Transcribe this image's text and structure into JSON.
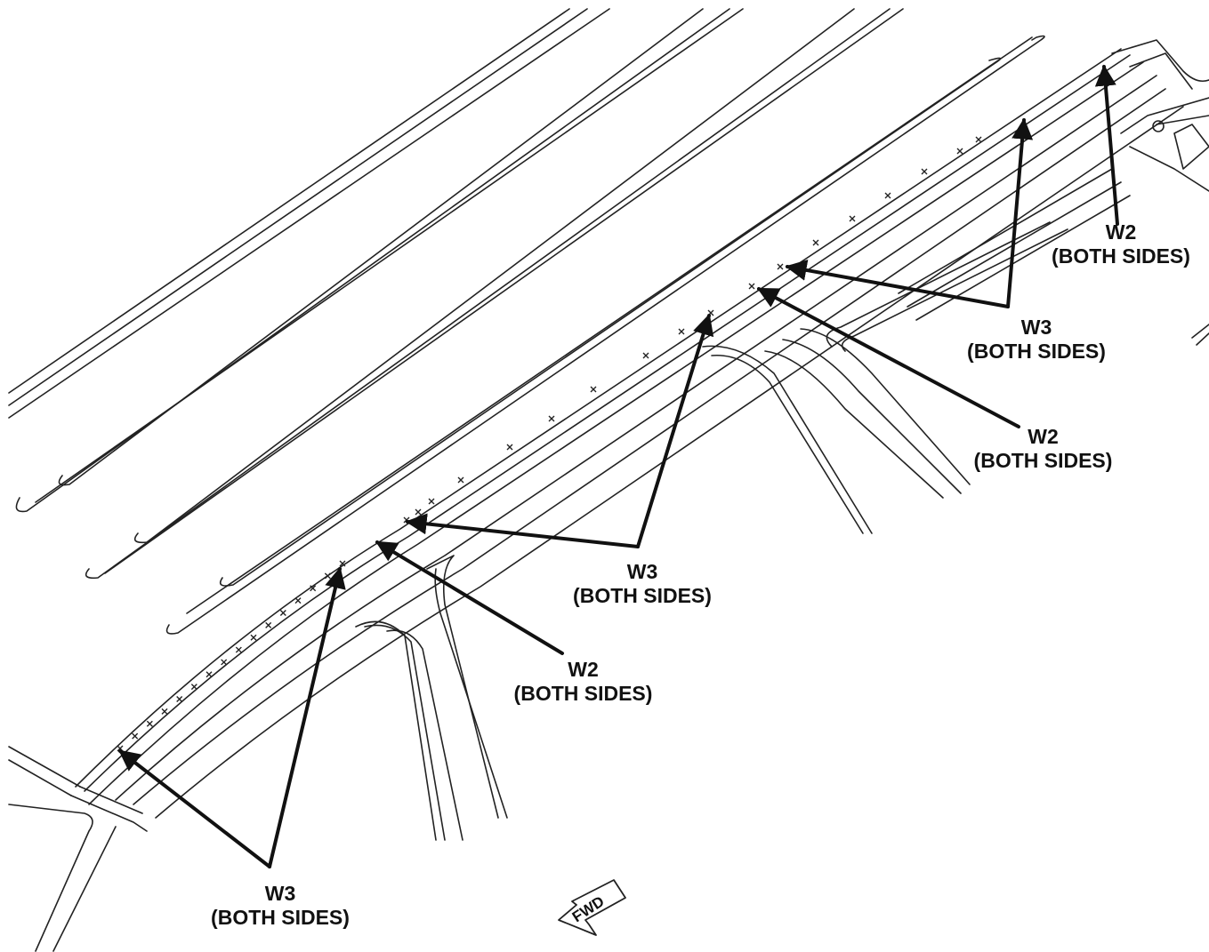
{
  "callouts": {
    "w2_top_right": {
      "code": "W2",
      "note": "(BOTH SIDES)"
    },
    "w3_upper_right": {
      "code": "W3",
      "note": "(BOTH SIDES)"
    },
    "w2_mid_right": {
      "code": "W2",
      "note": "(BOTH SIDES)"
    },
    "w3_center": {
      "code": "W3",
      "note": "(BOTH SIDES)"
    },
    "w2_center_low": {
      "code": "W2",
      "note": "(BOTH SIDES)"
    },
    "w3_bottom_left": {
      "code": "W3",
      "note": "(BOTH SIDES)"
    }
  },
  "direction_indicator": {
    "text": "FWD"
  },
  "colors": {
    "line": "#222222",
    "background": "#ffffff"
  }
}
